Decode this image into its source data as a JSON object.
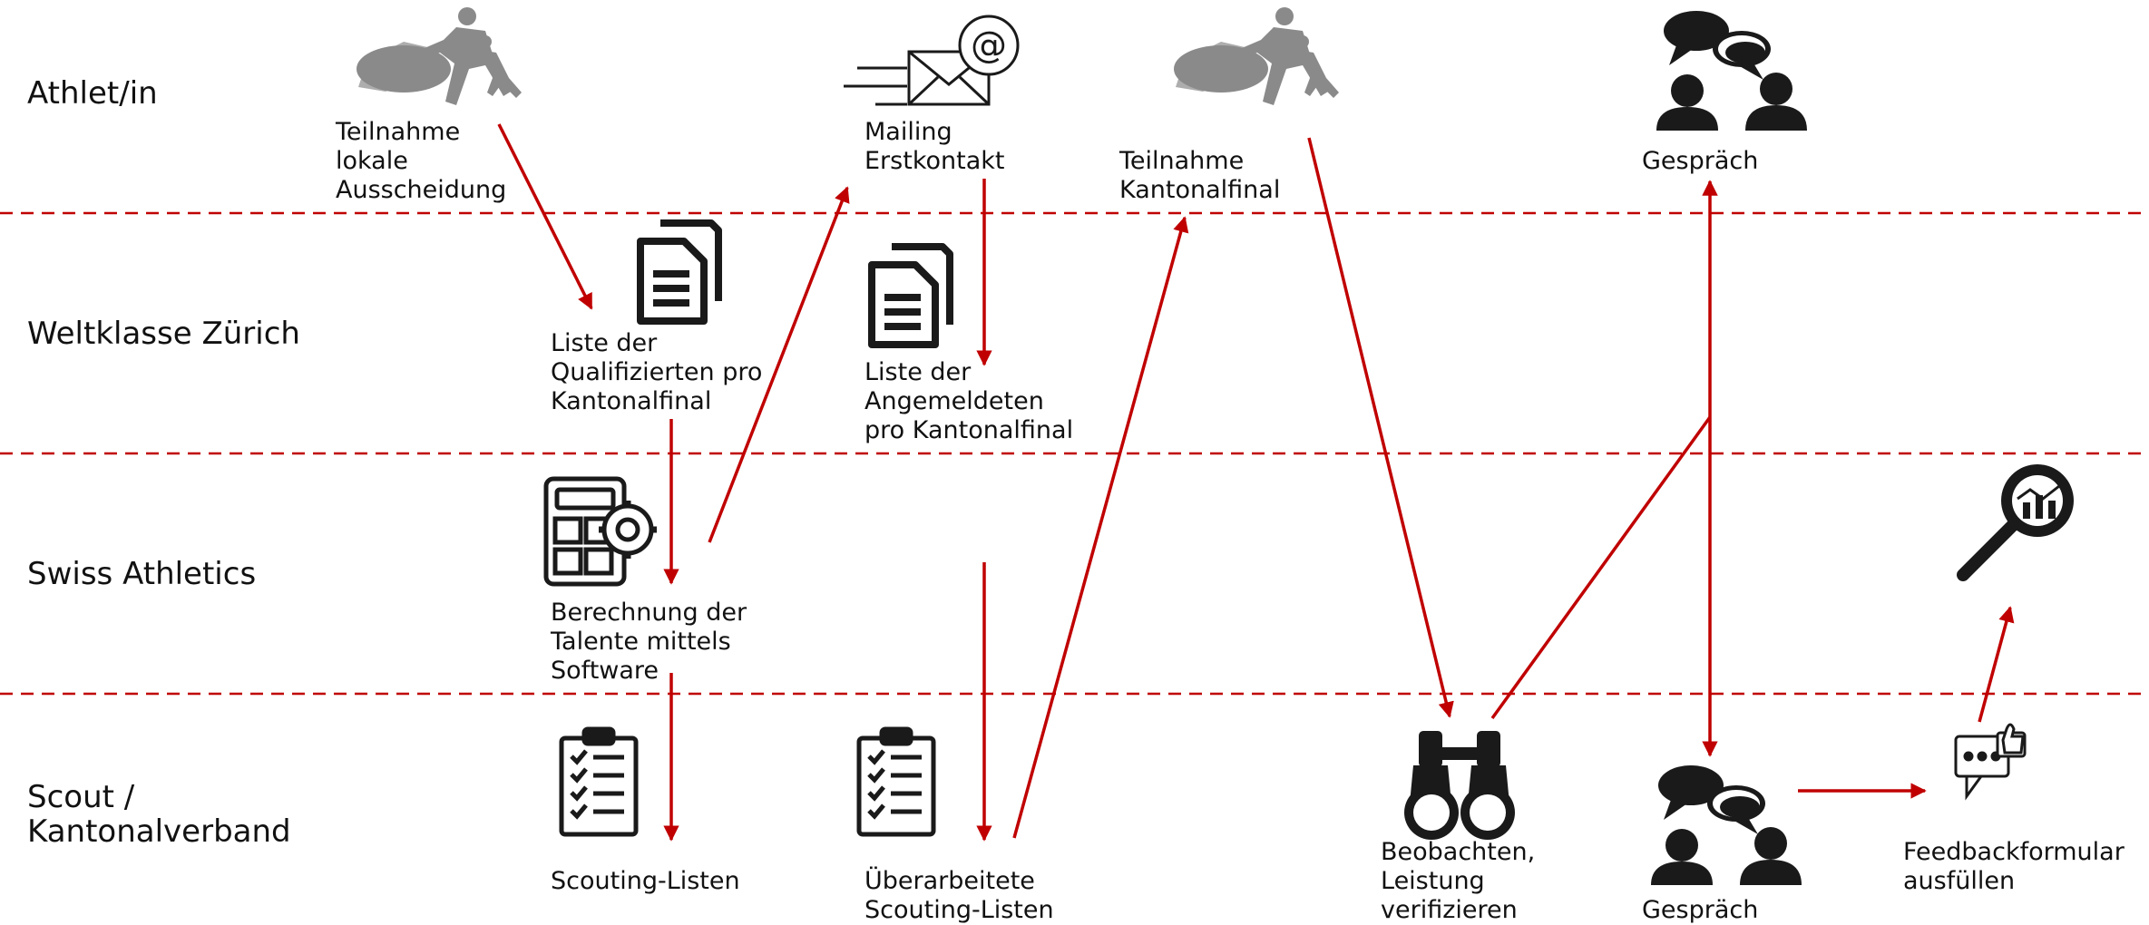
{
  "lanes": [
    {
      "label": "Athlet/in"
    },
    {
      "label": "Weltklasse Zürich"
    },
    {
      "label": "Swiss Athletics"
    },
    {
      "label": "Scout /\nKantonalverband"
    }
  ],
  "nodes": {
    "teilnahme_lokal": "Teilnahme\nlokale\nAusscheidung",
    "liste_qualifizierte": "Liste der\nQualifizierten pro\nKantonalfinal",
    "berechnung": "Berechnung der\nTalente mittels\nSoftware",
    "scouting_listen": "Scouting-Listen",
    "mailing": "Mailing\nErstkontakt",
    "liste_angemeldete": "Liste der\nAngemeldeten\npro Kantonalfinal",
    "ueberarbeitete": "Überarbeitete\nScouting-Listen",
    "teilnahme_kantonal": "Teilnahme\nKantonalfinal",
    "beobachten": "Beobachten,\nLeistung\nverifizieren",
    "gespraech_athlet": "Gespräch",
    "gespraech_scout": "Gespräch",
    "feedback": "Feedbackformular\nausfüllen"
  },
  "icons": {
    "runners_1": "runners-icon",
    "mail": "email-icon",
    "runners_2": "runners-icon",
    "chat_1": "conversation-icon",
    "doc_1": "documents-icon",
    "doc_2": "documents-icon",
    "calc": "calculator-gear-icon",
    "analysis": "magnifier-chart-icon",
    "clip_1": "clipboard-checklist-icon",
    "clip_2": "clipboard-checklist-icon",
    "binoculars": "binoculars-icon",
    "chat_2": "conversation-icon",
    "feedback": "feedback-form-icon"
  },
  "colors": {
    "accent": "#c00000",
    "icon": "#1a1a1a",
    "runner": "#8a8a8a"
  }
}
